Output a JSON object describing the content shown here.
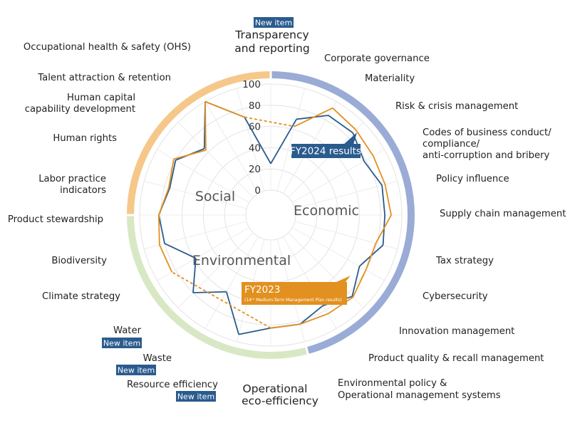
{
  "chart_data": {
    "type": "radar",
    "r_ticks": [
      0,
      20,
      40,
      60,
      80,
      100
    ],
    "r_range": [
      0,
      100
    ],
    "grid": true,
    "sectors": [
      {
        "label": "Economic",
        "color": "#9aabd6"
      },
      {
        "label": "Environmental",
        "color": "#d9e8c4"
      },
      {
        "label": "Social",
        "color": "#f5c88a"
      }
    ],
    "axes": [
      {
        "label": "Transparency and reporting",
        "fy2024": 25,
        "fy2023": null
      },
      {
        "label": "Corporate governance",
        "fy2024": 70,
        "fy2023": 63
      },
      {
        "label": "Materiality",
        "fy2024": 85,
        "fy2023": 93
      },
      {
        "label": "Risk & crisis management",
        "fy2024": 86,
        "fy2023": 90
      },
      {
        "label": "Codes of business conduct/ compliance/ anti-corruption and bribery",
        "fy2024": 78,
        "fy2023": 88
      },
      {
        "label": "Policy influence",
        "fy2024": 85,
        "fy2023": 88
      },
      {
        "label": "Supply chain management",
        "fy2024": 84,
        "fy2023": 90
      },
      {
        "label": "Tax strategy",
        "fy2024": 86,
        "fy2023": 79
      },
      {
        "label": "Cybersecurity",
        "fy2024": 73,
        "fy2023": 80
      },
      {
        "label": "Innovation management",
        "fy2024": 85,
        "fy2023": 86
      },
      {
        "label": "Product quality & recall management",
        "fy2024": 75,
        "fy2023": 84
      },
      {
        "label": "Environmental policy & Operational management systems",
        "fy2024": 83,
        "fy2023": 83
      },
      {
        "label": "Operational eco-efficiency",
        "fy2024": 83,
        "fy2023": 83
      },
      {
        "label": "Resource efficiency",
        "fy2024": 93,
        "fy2023": null
      },
      {
        "label": "Waste",
        "fy2024": 60,
        "fy2023": null
      },
      {
        "label": "Water",
        "fy2024": 80,
        "fy2023": null
      },
      {
        "label": "Climate strategy",
        "fy2024": 58,
        "fy2023": 84
      },
      {
        "label": "Biodiversity",
        "fy2024": 80,
        "fy2023": 85
      },
      {
        "label": "Product stewardship",
        "fy2024": 82,
        "fy2023": 82
      },
      {
        "label": "Labor practice indicators",
        "fy2024": 75,
        "fy2023": 76
      },
      {
        "label": "Human rights",
        "fy2024": 80,
        "fy2023": 82
      },
      {
        "label": "Human capital capability development",
        "fy2024": 65,
        "fy2023": 63
      },
      {
        "label": "Talent attraction & retention",
        "fy2024": 100,
        "fy2023": 100
      },
      {
        "label": "Occupational health & safety (OHS)",
        "fy2024": 72,
        "fy2023": 72
      }
    ],
    "series": [
      {
        "name": "FY2024 results",
        "color": "#2a5b8e",
        "key": "fy2024"
      },
      {
        "name": "FY2023",
        "subtitle": "(14th Medium-Term Management Plan results)",
        "color": "#e2901f",
        "key": "fy2023"
      }
    ]
  },
  "badges": {
    "new_item": "New item"
  },
  "callouts": {
    "fy2024": "FY2024 results",
    "fy2023": "FY2023",
    "fy2023_sub": "(14ᵗʰ Medium-Term Management Plan results)"
  },
  "labels": {
    "transparency_l1": "Transparency",
    "transparency_l2": "and reporting",
    "corp_gov": "Corporate governance",
    "materiality": "Materiality",
    "risk": "Risk & crisis management",
    "codes_l1": "Codes of business conduct/",
    "codes_l2": "compliance/",
    "codes_l3": "anti-corruption and bribery",
    "policy": "Policy influence",
    "supply": "Supply chain management",
    "tax": "Tax strategy",
    "cyber": "Cybersecurity",
    "innov": "Innovation management",
    "quality": "Product quality & recall management",
    "envpol_l1": "Environmental policy &",
    "envpol_l2": "Operational management systems",
    "opeco_l1": "Operational",
    "opeco_l2": "eco-efficiency",
    "resource": "Resource efficiency",
    "waste": "Waste",
    "water": "Water",
    "climate": "Climate strategy",
    "biodiv": "Biodiversity",
    "stewardship": "Product stewardship",
    "labor_l1": "Labor practice",
    "labor_l2": "indicators",
    "hr": "Human rights",
    "hcap_l1": "Human capital",
    "hcap_l2": "capability development",
    "talent": "Talent attraction & retention",
    "ohs": "Occupational health & safety (OHS)"
  },
  "sector_labels": {
    "social": "Social",
    "economic": "Economic",
    "environmental": "Environmental"
  }
}
